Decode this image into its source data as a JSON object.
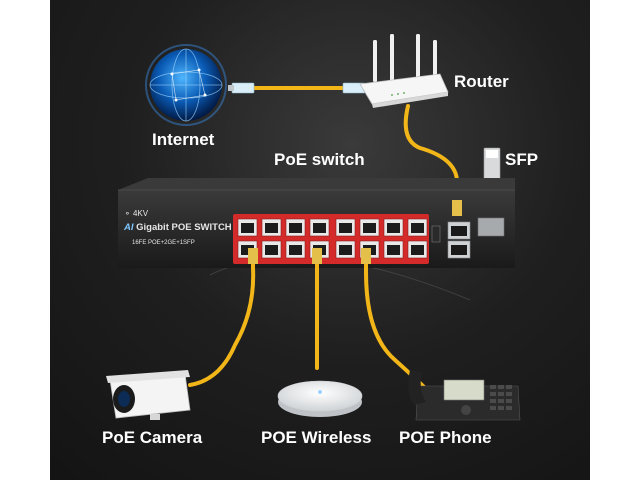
{
  "labels": {
    "internet": "Internet",
    "router": "Router",
    "poe_switch": "PoE switch",
    "sfp": "SFP",
    "poe_camera": "PoE Camera",
    "poe_wireless": "POE Wireless",
    "poe_phone": "POE Phone"
  },
  "switch_panel": {
    "brand": "4KV",
    "model_prefix": "AI",
    "model": "Gigabit POE SWITCH",
    "spec": "16FE POE+2GE+1SFP"
  },
  "colors": {
    "cable": "#f2b619",
    "switch_body": "#2b2b2b",
    "port_panel": "#d42a2a",
    "label_text": "#ffffff"
  },
  "icons": [
    "globe-icon",
    "router-icon",
    "sfp-module-icon",
    "ip-camera-icon",
    "access-point-icon",
    "ip-phone-icon",
    "rj45-connector-icon"
  ]
}
